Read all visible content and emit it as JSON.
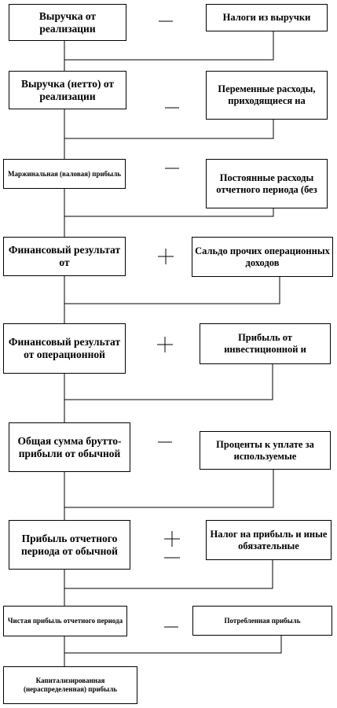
{
  "steps": [
    {
      "left": "Выручка от реализации",
      "op": "minus",
      "right": "Налоги из выручки"
    },
    {
      "left": "Выручка (нетто) от реализации",
      "op": "minus",
      "right": "Переменные расходы, приходящиеся на"
    },
    {
      "left": "Маржинальная (валовая) прибыль",
      "op": "minus",
      "right": "Постоянные расходы отчетного периода (без"
    },
    {
      "left": "Финансовый результат от",
      "op": "plus",
      "right": "Сальдо прочих операционных доходов"
    },
    {
      "left": "Финансовый результат от операционной",
      "op": "plus",
      "right": "Прибыль от инвестиционной и"
    },
    {
      "left": "Общая сумма брутто-прибыли от обычной",
      "op": "minus",
      "right": "Проценты к уплате за используемые"
    },
    {
      "left": "Прибыль отчетного периода от обычной",
      "op": "plus-minus",
      "right": "Налог на прибыль и иные обязательные"
    },
    {
      "left": "Чистая прибыль отчетного периода",
      "op": "minus",
      "right": "Потребленная прибыль"
    }
  ],
  "final": "Капитализированная (нераспределенная) прибыль"
}
